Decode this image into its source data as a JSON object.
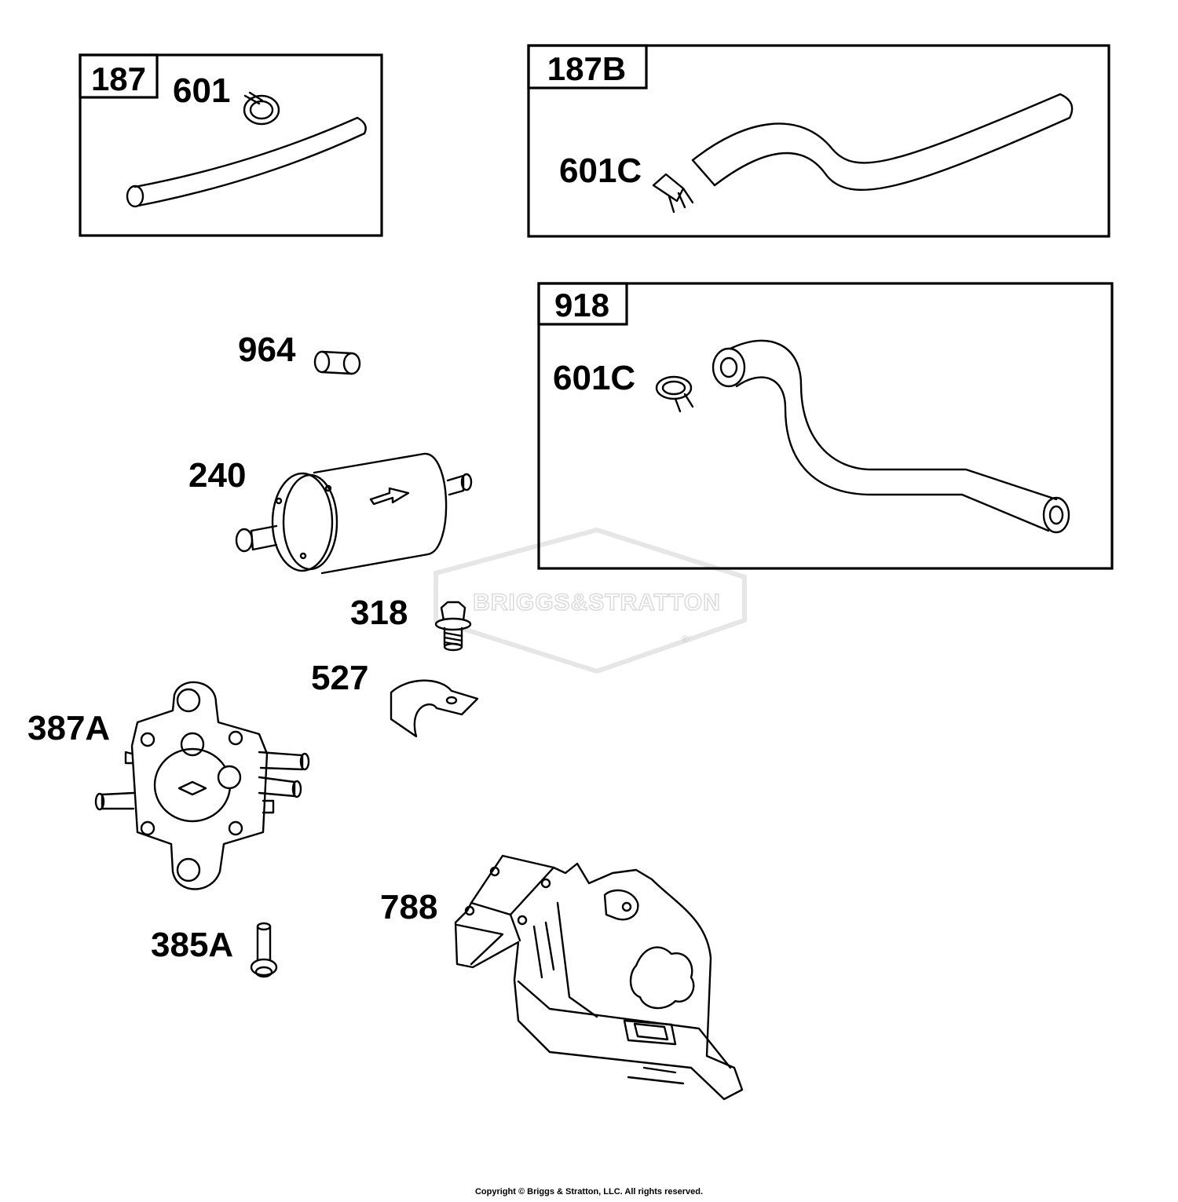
{
  "watermark": {
    "brand": "BRIGGS&STRATTON",
    "registered": "®"
  },
  "panels": [
    {
      "id": "187",
      "label": "187",
      "parts": [
        "601"
      ]
    },
    {
      "id": "187B",
      "label": "187B",
      "parts": [
        "601C"
      ]
    },
    {
      "id": "918",
      "label": "918",
      "parts": [
        "601C"
      ]
    }
  ],
  "parts": {
    "p964": "964",
    "p240": "240",
    "p318": "318",
    "p527": "527",
    "p387A": "387A",
    "p385A": "385A",
    "p788": "788"
  },
  "footer": {
    "copyright": "Copyright © Briggs & Stratton, LLC. All rights reserved."
  }
}
